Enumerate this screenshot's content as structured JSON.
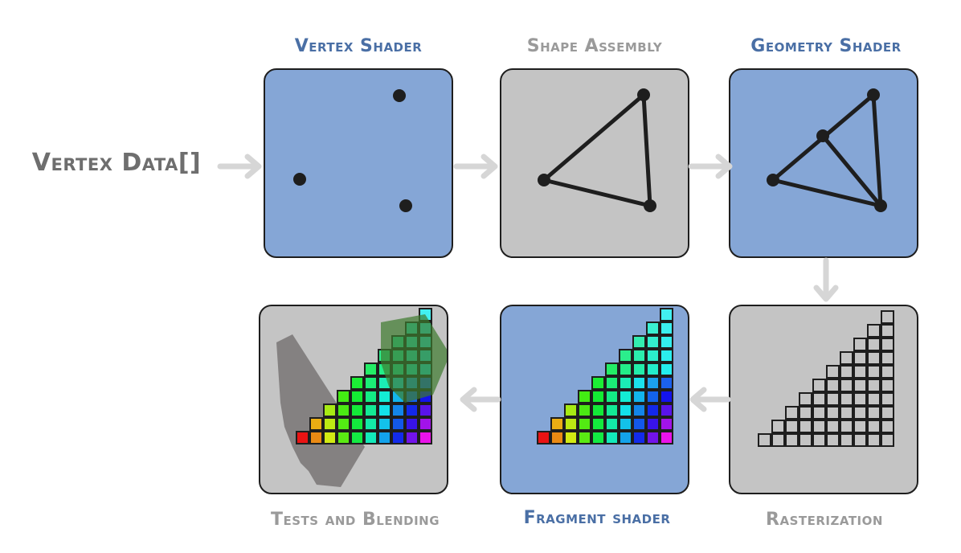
{
  "input_label": "Vertex Data[]",
  "colors": {
    "active_fill": "#85a6d6",
    "active_text": "#4a6fa5",
    "inactive_fill": "#c4c4c4",
    "inactive_text": "#9a9a9a",
    "input_text": "#6e6e6e",
    "arrow": "#d6d6d6",
    "line": "#1e1e1e"
  },
  "stages": [
    {
      "key": "vertex-shader",
      "label": "Vertex Shader",
      "active": true
    },
    {
      "key": "shape-assembly",
      "label": "Shape Assembly",
      "active": false
    },
    {
      "key": "geometry-shader",
      "label": "Geometry Shader",
      "active": true
    },
    {
      "key": "rasterization",
      "label": "Rasterization",
      "active": false
    },
    {
      "key": "fragment-shader",
      "label": "Fragment shader",
      "active": true
    },
    {
      "key": "tests-and-blending",
      "label": "Tests and Blending",
      "active": false
    }
  ]
}
